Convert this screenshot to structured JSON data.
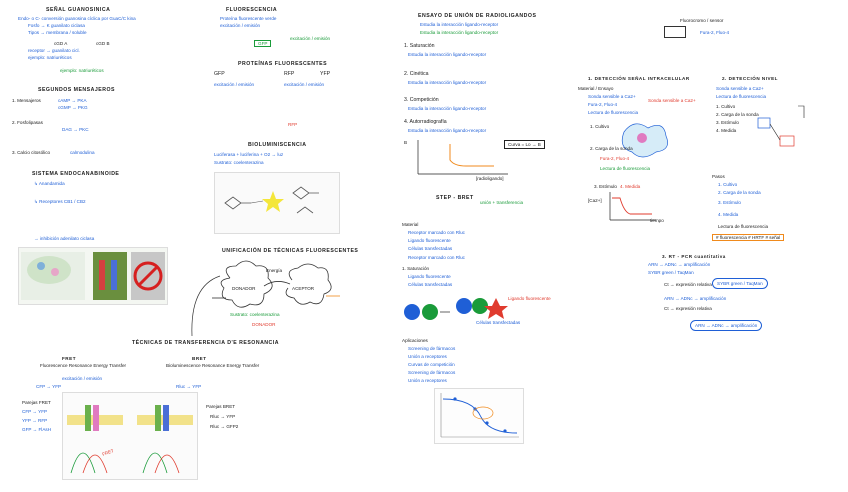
{
  "col1": {
    "h1": "SEÑAL GUANOSINICA",
    "l1": "Endo- o C- conversión guanosina cíclica por GuaC/C kina",
    "l2": "Fosfo → K guanilato ciclasa",
    "l3": "Tipos → membrana / soluble",
    "cgdA": "cGD A",
    "cgdB": "cGD B",
    "cgdl1": "receptor → guanilato cicl.",
    "cgdl2": "ejemplo: natriuréticos",
    "h2": "SEGUNDOS MENSAJEROS",
    "s1": "1. Mensajeros",
    "s1a": "cAMP → PKA",
    "s1b": "cGMP → PKG",
    "s2": "2. Fosfolipasas",
    "s2a": "DAG → PKC",
    "s3": "3. Calcio citosólico",
    "s3a": "calmodulina",
    "h3": "SISTEMA ENDOCANABINOIDE",
    "e1": "↳ Anandamida",
    "e2": "↳ Receptores CB1 / CB2",
    "e3": "→ inhibición adenilato ciclasa"
  },
  "col2": {
    "h1": "FLUORESCENCIA",
    "l1": "Proteína fluorescente verde",
    "l2": "excitación / emisión",
    "h2": "PROTEÍNAS FLUORESCENTES",
    "gfp": "GFP",
    "rfp": "RFP",
    "yfp": "YFP",
    "bio": "BIOLUMINISCENCIA",
    "bl1": "Luciferasa + luciferina + O2 → luz",
    "bl2": "Sustrato: coelenterazina",
    "unif": "UNIFICACIÓN DE TÉCNICAS FLUORESCENTES",
    "donor": "DONADOR",
    "acceptor": "ACEPTOR",
    "energy": "Energía",
    "tr": "TÉCNICAS DE TRANSFERENCIA D'E RESONANCIA",
    "fret": "FRET",
    "fret_sub": "Fluorescence Resonance Energy Transfer",
    "bret": "BRET",
    "bret_sub": "Bioluminescence Resonance Energy Transfer",
    "pairs_h": "Parejas FRET",
    "p1": "CFP → YFP",
    "p2": "YFP → RFP",
    "p3": "GFP → FlAsH",
    "bret_h": "Parejas BRET",
    "b1": "Rluc → YFP",
    "b2": "Rluc → GFP2"
  },
  "col3": {
    "h1": "ENSAYO DE UNIÓN DE RADIOLIGANDOS",
    "l1": "Estudia la interacción ligando-receptor",
    "n1": "1. Saturación",
    "n2": "2. Cinética",
    "n3": "3. Competición",
    "n4": "4. Autorradiografía",
    "curve_x": "[radioligando]",
    "curve_y": "B",
    "curve_label": "Curva = Lo → B",
    "h2": "STEP - BRET",
    "h2sub": "unión + transferencia",
    "mat": "Material",
    "m1": "Receptor marcado con Rluc",
    "m2": "Ligando fluorescente",
    "m3": "Células transfectadas",
    "ap": "Aplicaciones",
    "ap1": "Screening de fármacos",
    "ap2": "Unión a receptores",
    "ap3": "Curvas de competición"
  },
  "col4": {
    "top_note": "Fluorocromo / sensor",
    "h1": "1. DETECCIÓN SEÑAL INTRACELULAR",
    "h2": "2. DETECCIÓN NIVEL",
    "m_h": "Material / Ensayo",
    "i1": "Sonda sensible a Ca2+",
    "i2": "Fura-2, Fluo-4",
    "i3": "Lectura de fluorescencia",
    "ca_lbl": "[Ca2+]",
    "t_lbl": "tiempo",
    "pasos": "Pasos",
    "p1": "1. Cultivo",
    "p2": "2. Carga de la sonda",
    "p3": "3. Estímulo",
    "p4": "4. Medida",
    "tags": "# fluorescencia  # HRTF  # señal",
    "h3": "3. RT - PCR cuantitativa",
    "q1": "ARN → ADNc → amplificación",
    "q2": "SYBR green / TaqMan",
    "q3": "Ct → expresión relativa"
  },
  "colors": {
    "black": "#222222",
    "blue": "#1f5fd6",
    "green": "#1a9b3a",
    "red": "#e03b2e",
    "orange": "#f08a1c",
    "yellow": "#f1e82e"
  }
}
